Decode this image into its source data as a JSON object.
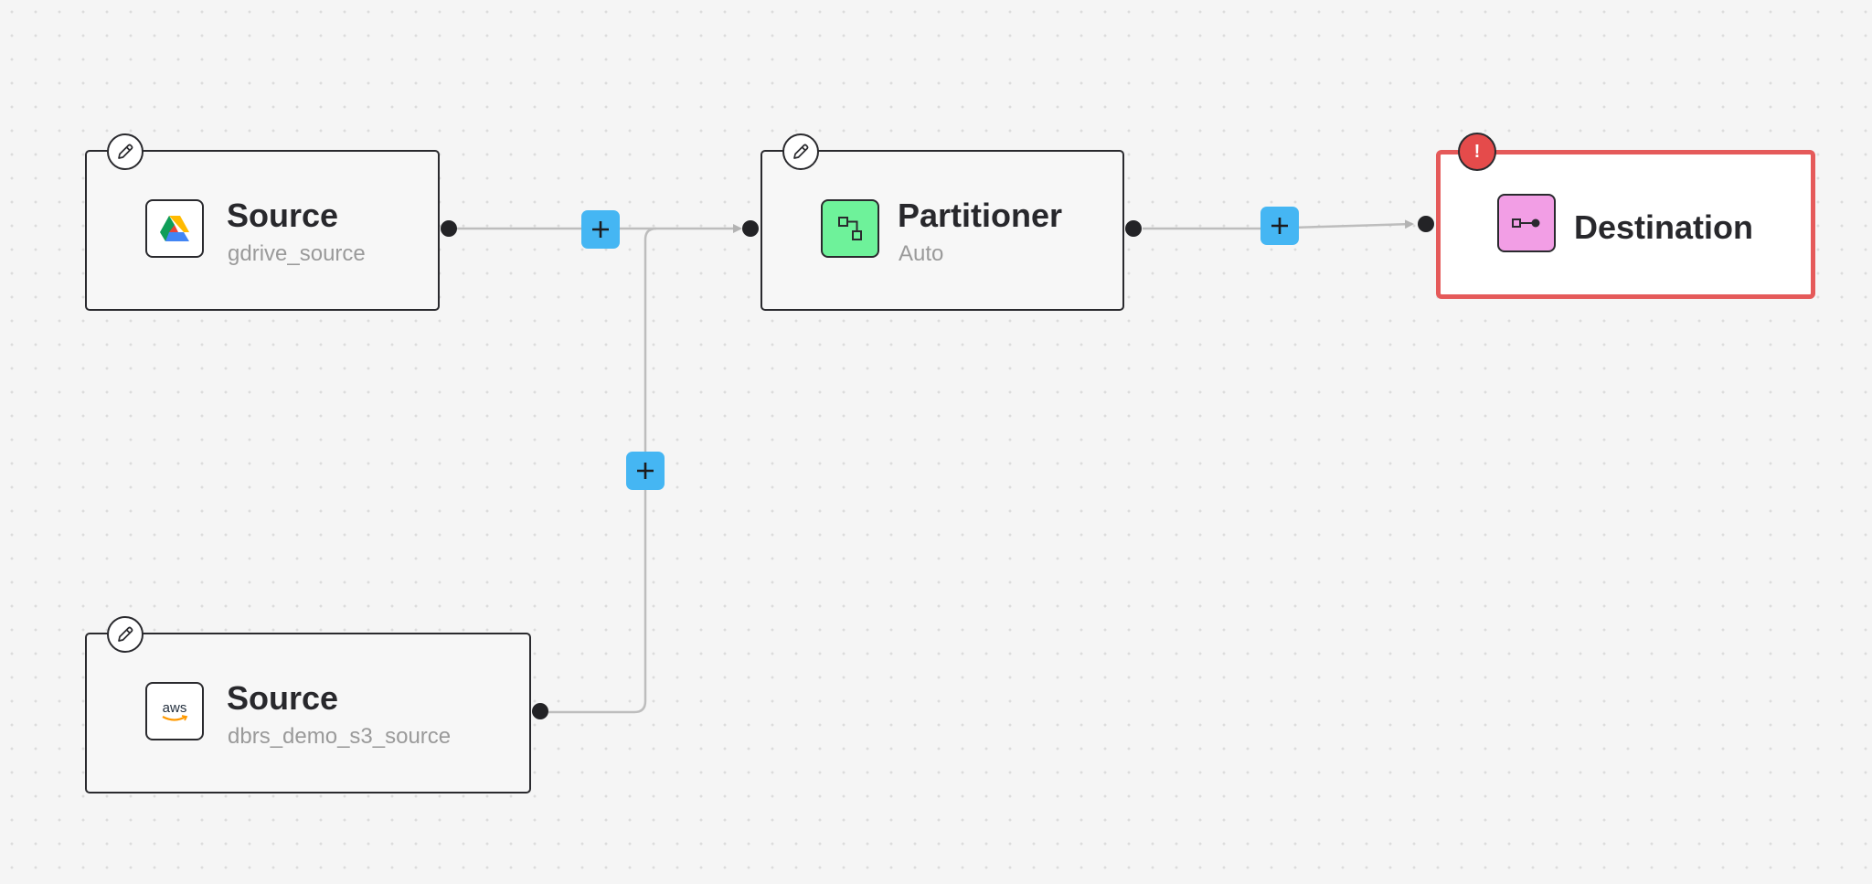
{
  "nodes": {
    "gdrive_source": {
      "title": "Source",
      "subtitle": "gdrive_source",
      "icon": "google-drive-icon"
    },
    "s3_source": {
      "title": "Source",
      "subtitle": "dbrs_demo_s3_source",
      "icon": "aws-icon",
      "icon_text": "aws"
    },
    "partitioner": {
      "title": "Partitioner",
      "subtitle": "Auto",
      "icon": "partitioner-icon",
      "icon_color": "#6ef29a"
    },
    "destination": {
      "title": "Destination",
      "icon": "destination-icon",
      "icon_color": "#f29ee5",
      "error_symbol": "!",
      "error_color": "#e54b4b"
    }
  },
  "edges": [
    {
      "from": "gdrive_source",
      "to": "partitioner"
    },
    {
      "from": "s3_source",
      "to": "partitioner"
    },
    {
      "from": "partitioner",
      "to": "destination"
    }
  ],
  "colors": {
    "add_button": "#45b6f3",
    "error_border": "#e55a5a",
    "edge": "#bdbdbd"
  }
}
